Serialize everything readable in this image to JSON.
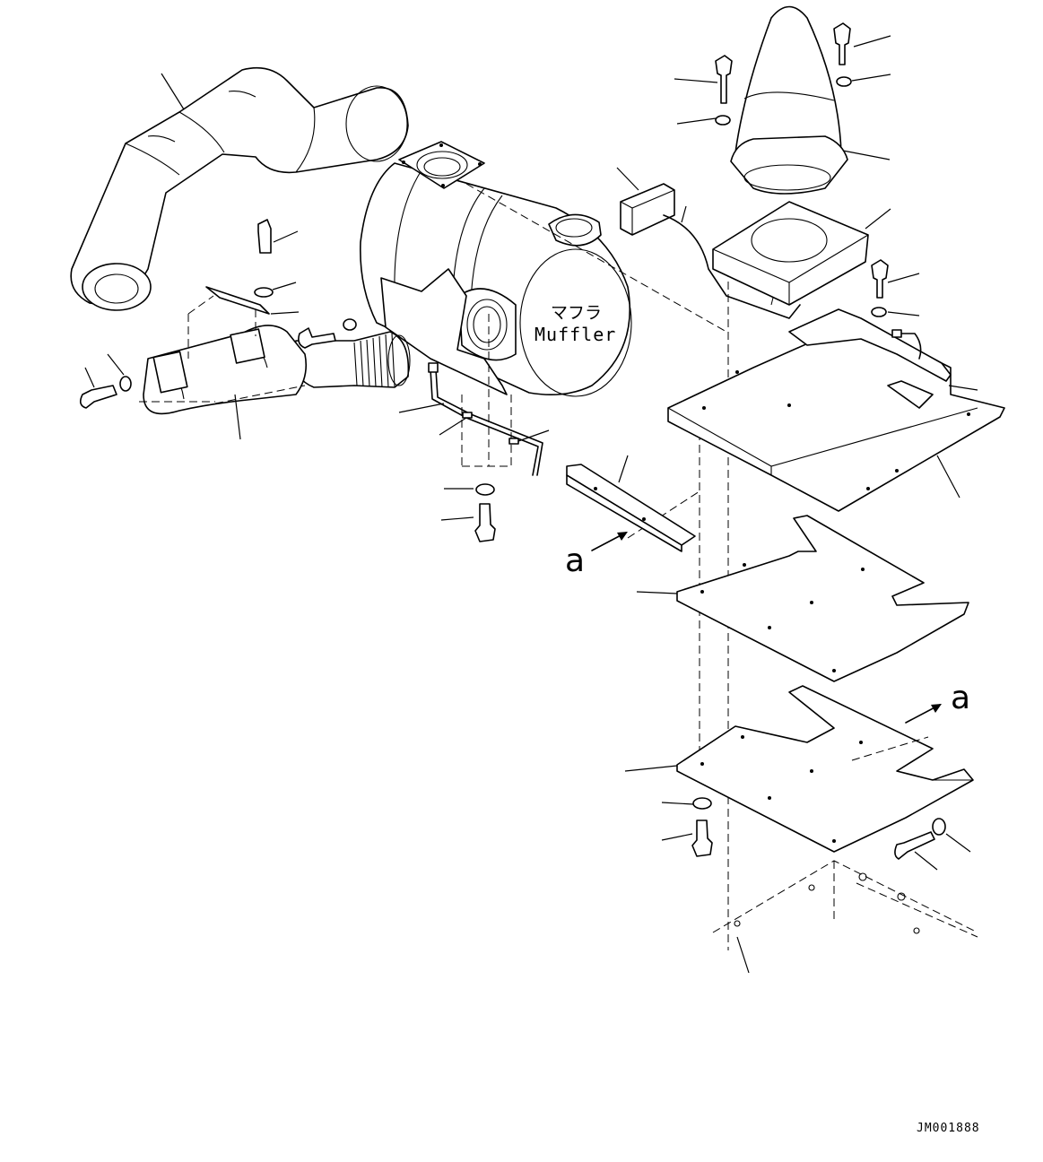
{
  "diagram": {
    "muffler_label_jp": "マフラ",
    "muffler_label_en": "Muffler",
    "view_marker_left": "a",
    "view_marker_right": "a",
    "drawing_code": "JM001888"
  }
}
